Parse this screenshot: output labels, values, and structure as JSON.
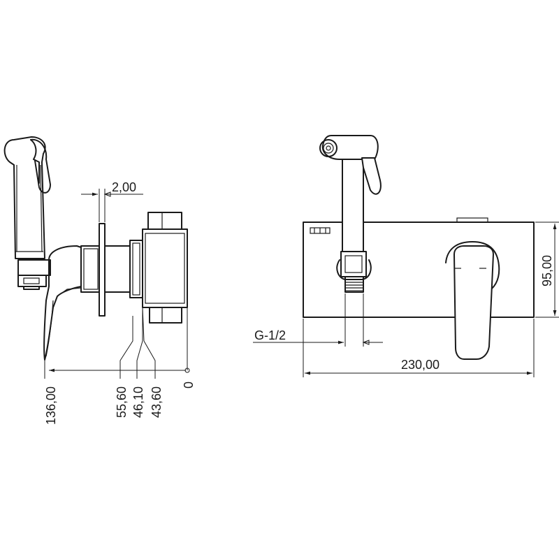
{
  "side_view": {
    "dim_plate": "2,00",
    "dim_total": "136,00",
    "dim_a": "55,60",
    "dim_b": "46,10",
    "dim_c": "43,60",
    "dim_zero": "0"
  },
  "front_view": {
    "dim_width": "230,00",
    "dim_height": "95,00",
    "thread_label": "G-1/2"
  }
}
